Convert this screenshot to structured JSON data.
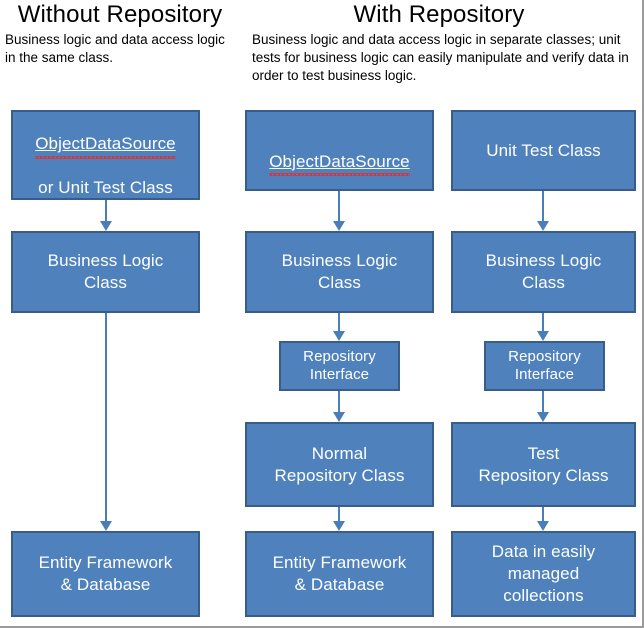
{
  "columns": {
    "left": {
      "title": "Without Repository",
      "description": "Business logic and data access logic in the same class."
    },
    "right": {
      "title": "With Repository",
      "description": "Business logic and data access logic in separate classes; unit tests for business logic can easily manipulate and verify data in order to test business logic."
    }
  },
  "nodes": {
    "col1": [
      {
        "id": "objectdatasource-or-unit-test-class",
        "line1": "ObjectDataSource",
        "line2": "or Unit Test Class",
        "misspelled": "ObjectDataSource"
      },
      {
        "id": "business-logic-class",
        "text": "Business Logic\nClass"
      },
      {
        "id": "entity-framework-database",
        "text": "Entity Framework\n& Database"
      }
    ],
    "col2": [
      {
        "id": "objectdatasource",
        "line1": "ObjectDataSource",
        "misspelled": "ObjectDataSource"
      },
      {
        "id": "business-logic-class",
        "text": "Business Logic\nClass"
      },
      {
        "id": "repository-interface",
        "text": "Repository\nInterface"
      },
      {
        "id": "normal-repository-class",
        "text": "Normal\nRepository Class"
      },
      {
        "id": "entity-framework-database",
        "text": "Entity Framework\n& Database"
      }
    ],
    "col3": [
      {
        "id": "unit-test-class",
        "text": "Unit Test Class"
      },
      {
        "id": "business-logic-class",
        "text": "Business Logic\nClass"
      },
      {
        "id": "repository-interface",
        "text": "Repository\nInterface"
      },
      {
        "id": "test-repository-class",
        "text": "Test\nRepository Class"
      },
      {
        "id": "data-in-easily-managed-collections",
        "text": "Data in easily\nmanaged\ncollections"
      }
    ]
  },
  "colors": {
    "node_fill": "#4f81bd",
    "node_border": "#385d8a",
    "arrow": "#4a7ebb",
    "text": "#ffffff",
    "heading": "#000000",
    "background": "#ffffff",
    "frame": "#9b9b9b",
    "spellcheck_squiggle": "#e03030"
  }
}
